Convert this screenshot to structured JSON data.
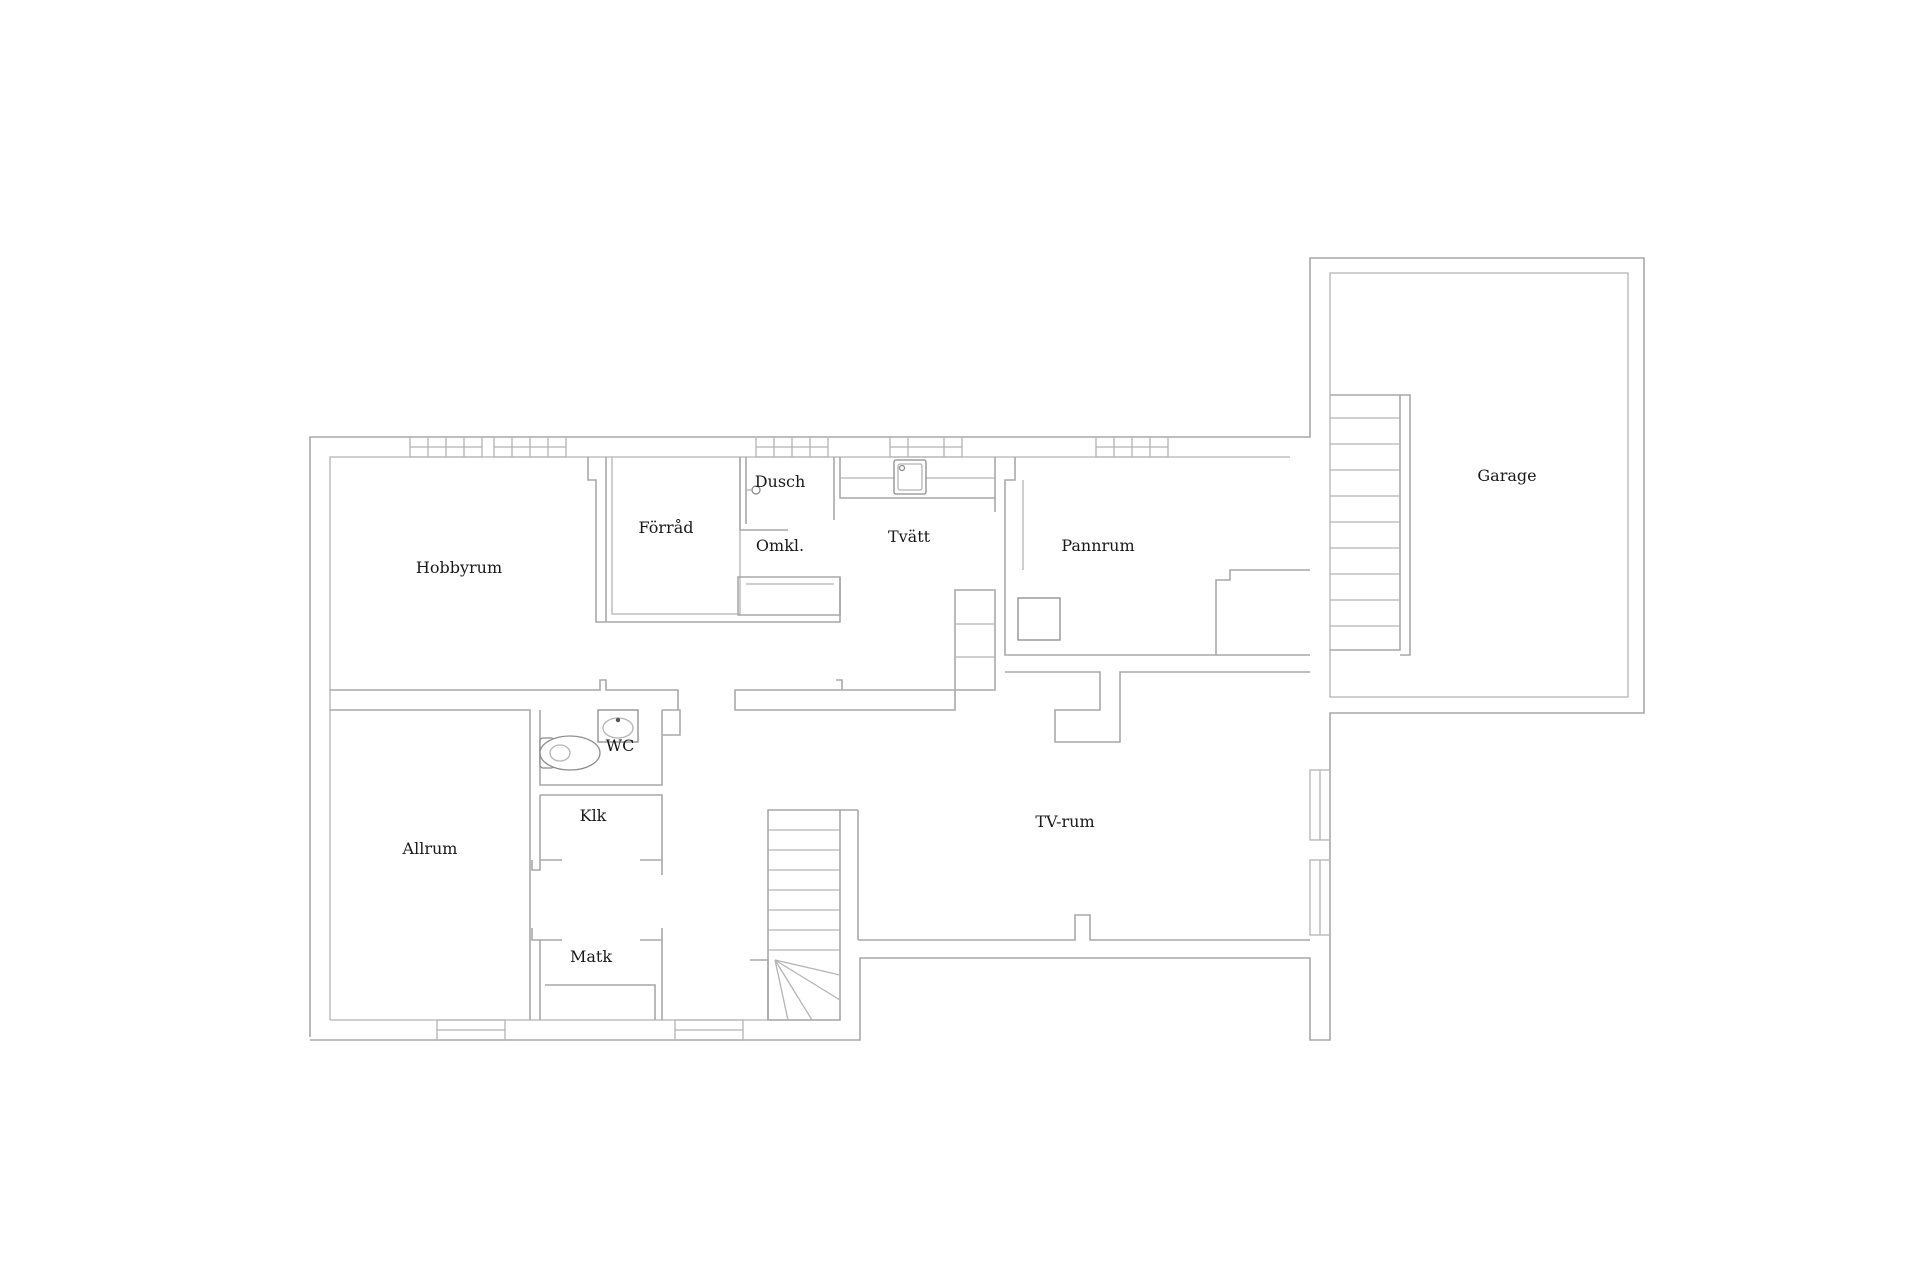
{
  "floor_plan": {
    "rooms": {
      "hobbyrum": "Hobbyrum",
      "forrad": "Förråd",
      "dusch": "Dusch",
      "omkl": "Omkl.",
      "tvatt": "Tvätt",
      "pannrum": "Pannrum",
      "garage": "Garage",
      "wc": "WC",
      "klk": "Klk",
      "allrum": "Allrum",
      "tv_rum": "TV-rum",
      "matk": "Matk"
    }
  }
}
